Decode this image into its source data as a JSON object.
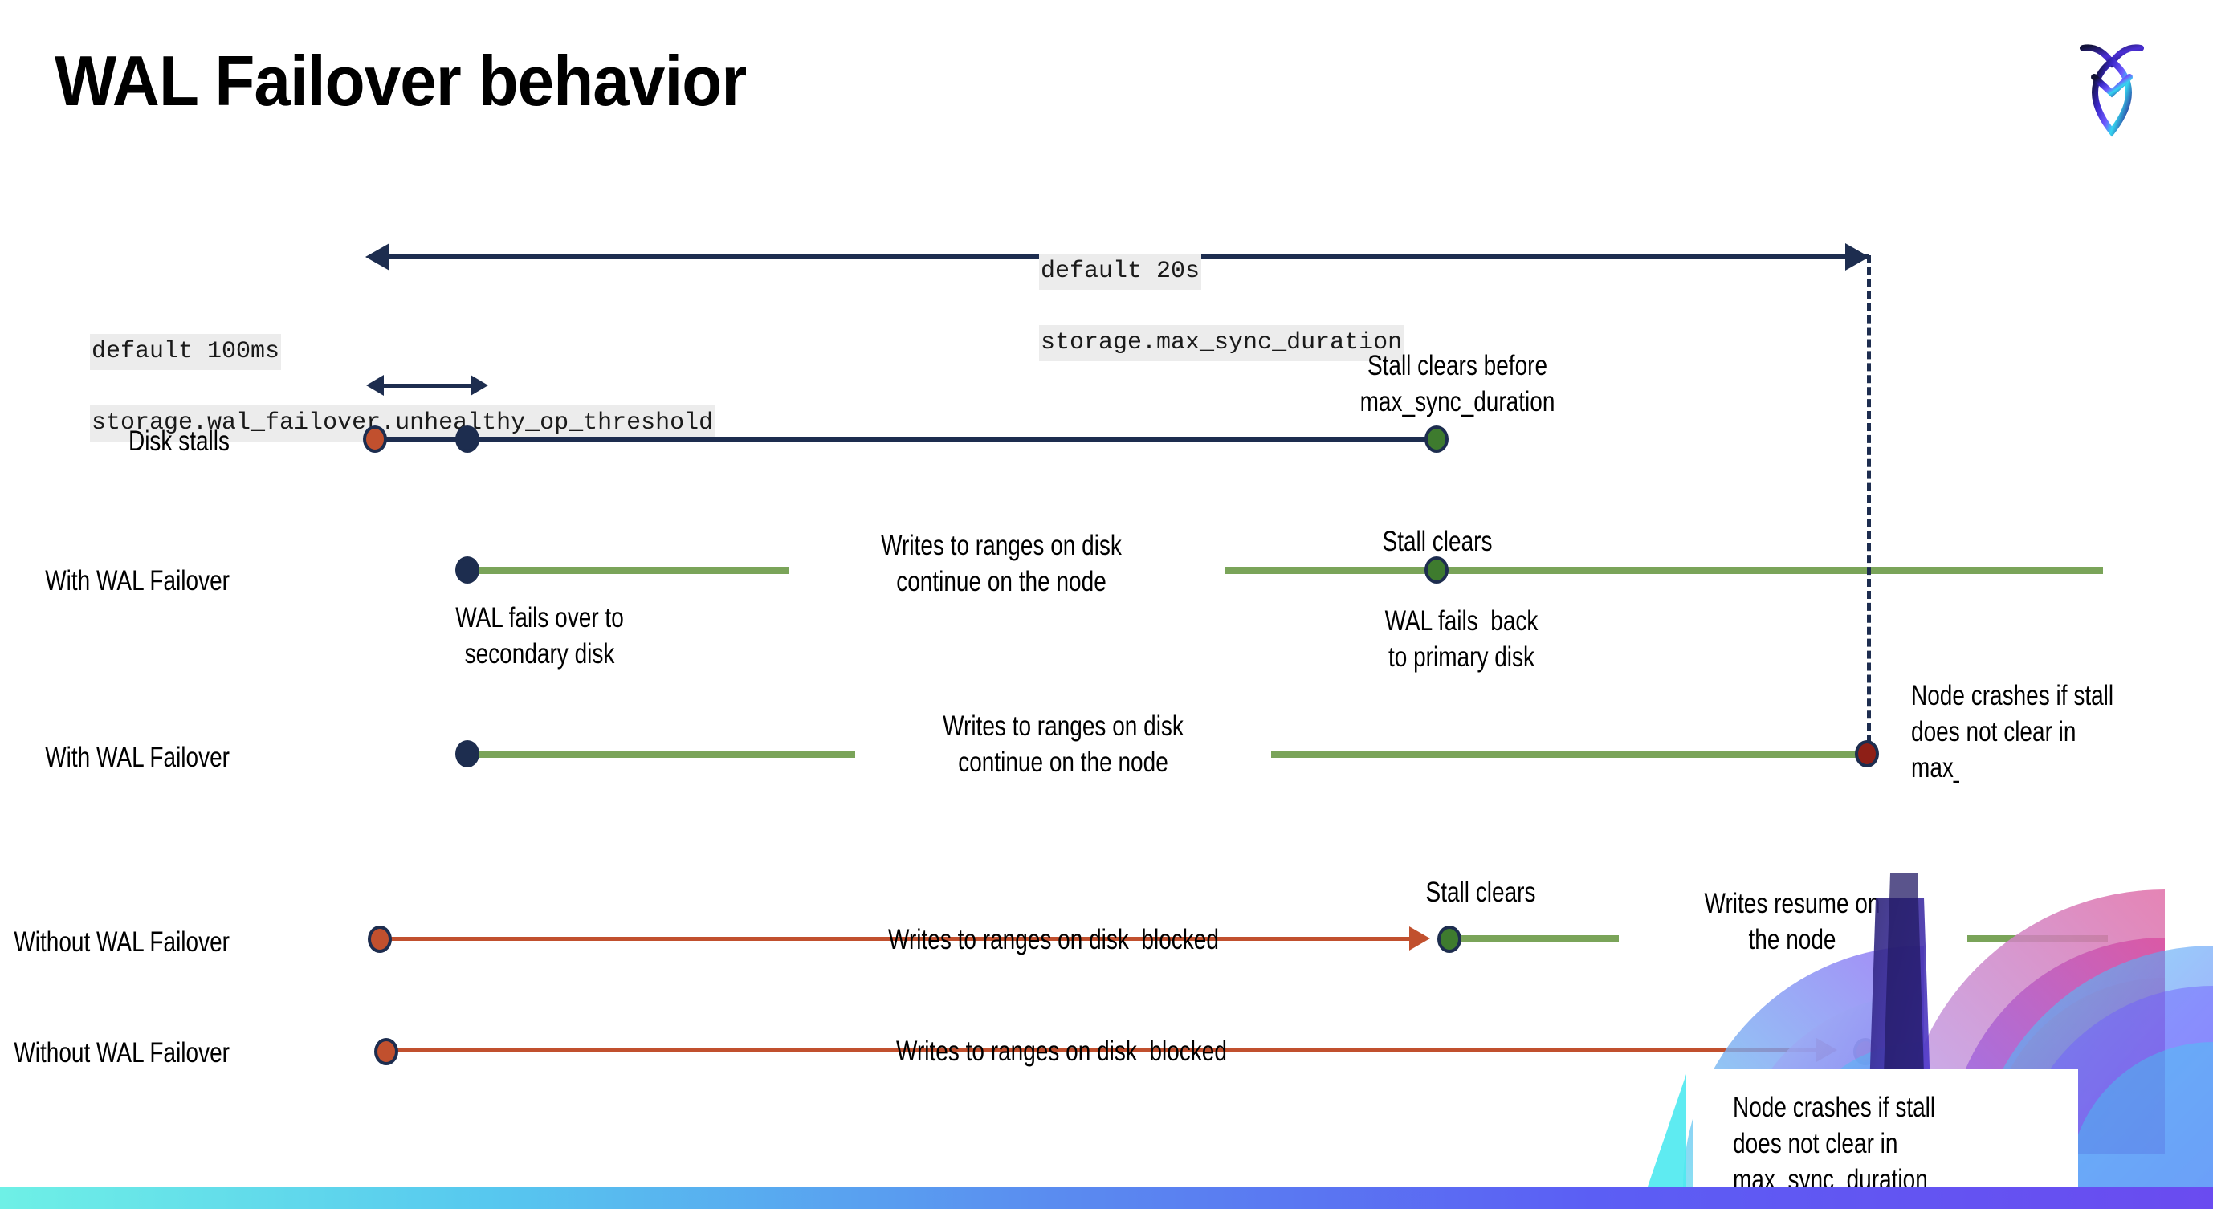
{
  "slide": {
    "title": "WAL Failover behavior",
    "logo_icon": "cockroachdb-logo-icon"
  },
  "callouts": {
    "max_sync": {
      "line1": "default 20s",
      "line2": "storage.max_sync_duration"
    },
    "unhealthy_op": {
      "line1": "default 100ms",
      "line2": "storage.wal_failover.unhealthy_op_threshold"
    }
  },
  "rows": [
    {
      "id": "disk-stalls",
      "label": "Disk stalls",
      "annotations": [
        {
          "id": "stall-clears-before",
          "text": "Stall clears before\nmax_sync_duration"
        }
      ]
    },
    {
      "id": "with-wal-failover-1",
      "label": "With WAL Failover",
      "annotations": [
        {
          "id": "writes-continue-1",
          "text": "Writes to ranges on disk\ncontinue on the node"
        },
        {
          "id": "wal-fails-over",
          "text": "WAL fails over to\nsecondary disk"
        },
        {
          "id": "stall-clears-1",
          "text": "Stall clears"
        },
        {
          "id": "wal-fails-back",
          "text": "WAL fails  back\nto primary disk"
        }
      ]
    },
    {
      "id": "with-wal-failover-2",
      "label": "With WAL Failover",
      "annotations": [
        {
          "id": "writes-continue-2",
          "text": "Writes to ranges on disk\ncontinue on the node"
        },
        {
          "id": "node-crashes-1",
          "text": "Node crashes if stall\ndoes not clear in\nmax_sync_duration"
        }
      ]
    },
    {
      "id": "without-wal-failover-1",
      "label": "Without WAL Failover",
      "annotations": [
        {
          "id": "writes-blocked-1",
          "text": "Writes to ranges on disk  blocked"
        },
        {
          "id": "stall-clears-2",
          "text": "Stall clears"
        },
        {
          "id": "writes-resume",
          "text": "Writes resume on\nthe node"
        }
      ]
    },
    {
      "id": "without-wal-failover-2",
      "label": "Without WAL Failover",
      "annotations": [
        {
          "id": "writes-blocked-2",
          "text": "Writes to ranges on disk  blocked"
        },
        {
          "id": "node-crashes-2",
          "text": "Node crashes if stall\ndoes not clear in\nmax_sync_duration"
        }
      ]
    }
  ],
  "colors": {
    "navy": "#1d2d4f",
    "green_line": "#7aa459",
    "green_dot": "#3e7b2e",
    "orange": "#c1502e",
    "dark_red": "#8e1f17",
    "code_bg": "#ececec"
  }
}
